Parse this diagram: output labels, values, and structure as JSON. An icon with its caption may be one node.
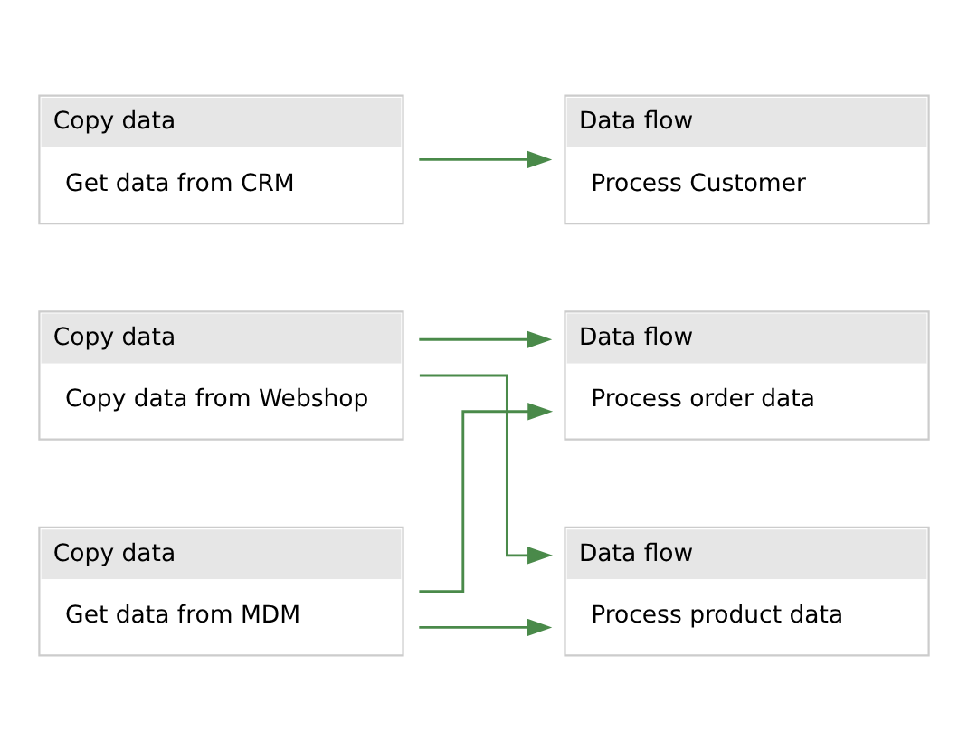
{
  "diagram": {
    "nodes": [
      {
        "text": [
          "Copy data",
          "Copy data from Webshop"
        ]
      },
      {
        "text": [
          "Copy data",
          "Get data from MDM"
        ]
      },
      {
        "text": [
          "Copy data",
          "Get data from CRM"
        ]
      },
      {
        "text": [
          "Data flow",
          "Process order data"
        ]
      },
      {
        "text": [
          "Data flow",
          "Process product data"
        ]
      },
      {
        "text": [
          "Data flow",
          "Process Customer"
        ]
      }
    ],
    "edges": [
      {
        "from": 0,
        "to": 3,
        "arrow": "to"
      },
      {
        "from": 0,
        "to": 4,
        "arrow": "to"
      },
      {
        "from": 1,
        "to": 3,
        "arrow": "to"
      },
      {
        "from": 1,
        "to": 4,
        "arrow": "to"
      },
      {
        "from": 2,
        "to": 5,
        "arrow": "to"
      }
    ]
  }
}
